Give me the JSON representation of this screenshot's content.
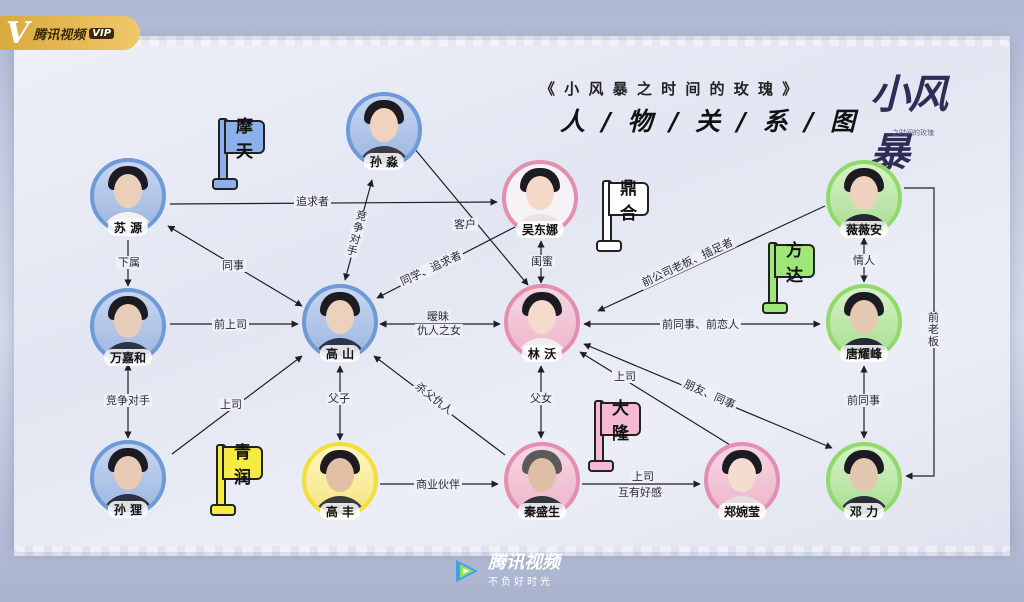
{
  "brand": {
    "name": "腾讯视频",
    "badge": "VIP",
    "logo_letter": "V"
  },
  "title": {
    "subtitle": "《 小 风 暴 之 时 间 的 玫 瑰 》",
    "main": "人 / 物 / 关 / 系 / 图"
  },
  "show_logo": {
    "big": "小风暴",
    "small": "之时间的玫瑰"
  },
  "flags": {
    "motian": "摩天",
    "dinghe": "鼎合",
    "fangda": "方达",
    "dalong": "大隆",
    "qingrun": "青润"
  },
  "people": {
    "sun_miao": "孙 淼",
    "su_yuan": "苏 源",
    "wu_dongna": "吴东娜",
    "wei_weian": "薇薇安",
    "wan_jiahe": "万嘉和",
    "gao_shan": "高 山",
    "lin_wo": "林 沃",
    "tang_yaofeng": "唐耀峰",
    "sun_li": "孙 狸",
    "gao_feng": "高 丰",
    "qin_shengsheng": "秦盛生",
    "zheng_wanying": "郑婉莹",
    "deng_li": "邓 力"
  },
  "relations": {
    "su_wu": "追求者",
    "su_wan": "下属",
    "su_gao": "同事",
    "sunmiao_gao": "竞争对手",
    "sunmiao_lin": "客户",
    "wu_gao": "同学、追求者",
    "wu_lin": "闺蜜",
    "wei_lin": "前公司老板、插足者",
    "wei_tang": "情人",
    "wei_deng": "前老板",
    "wan_gao": "前上司",
    "wan_sun": "竞争对手",
    "gao_lin_1": "暧昧",
    "gao_lin_2": "仇人之女",
    "lin_tang": "前同事、前恋人",
    "sun_gao": "上司",
    "gao_gaofeng": "父子",
    "qin_gao": "杀父仇人",
    "lin_qin": "父女",
    "zheng_lin": "上司",
    "lin_deng": "朋友、同事",
    "tang_deng": "前同事",
    "gaofeng_qin": "商业伙伴",
    "qin_zheng_1": "上司",
    "qin_zheng_2": "互有好感"
  },
  "footer": {
    "name": "腾讯视频",
    "slogan": "不负好时光"
  },
  "colors": {
    "blue_camp": "#6f9ad8",
    "pink_camp": "#e58fb0",
    "yellow_camp": "#f4df38",
    "green_camp": "#8fda6a",
    "gold": "#e5b54c"
  }
}
